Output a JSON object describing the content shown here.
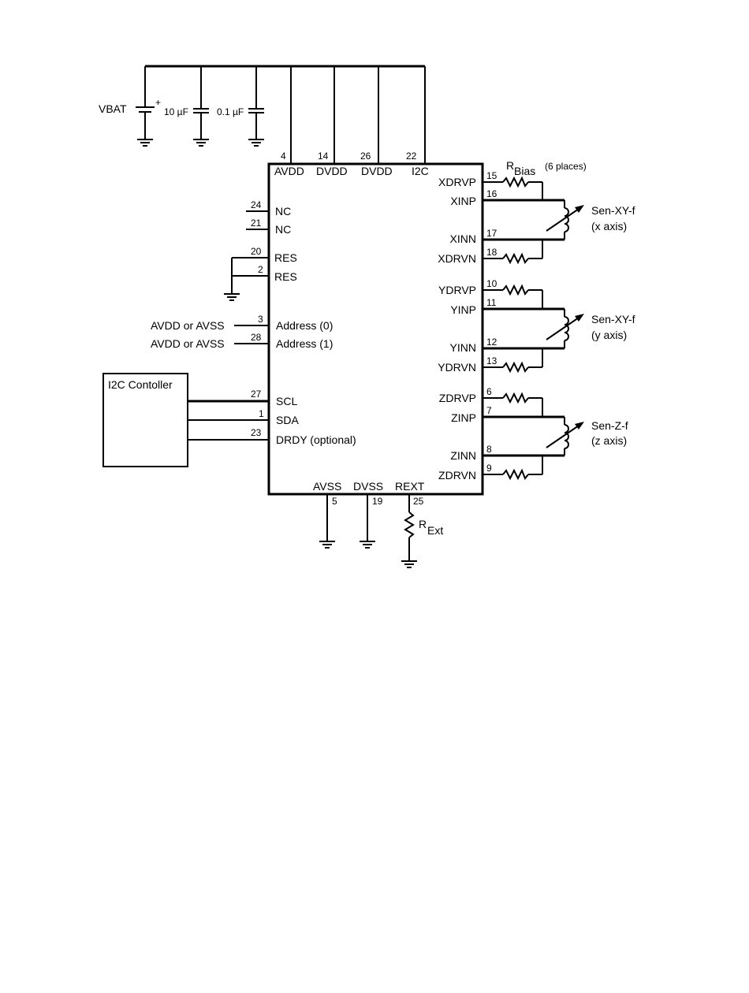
{
  "supply": {
    "vbat": "VBAT",
    "plus": "+",
    "cap1": "10 µF",
    "cap2": "0.1 µF"
  },
  "top_pins": [
    {
      "num": "4",
      "name": "AVDD"
    },
    {
      "num": "14",
      "name": "DVDD"
    },
    {
      "num": "26",
      "name": "DVDD"
    },
    {
      "num": "22",
      "name": "I2C"
    }
  ],
  "left_pins": [
    {
      "num": "24",
      "name": "NC"
    },
    {
      "num": "21",
      "name": "NC"
    },
    {
      "num": "20",
      "name": "RES"
    },
    {
      "num": "2",
      "name": "RES"
    },
    {
      "num": "3",
      "name": "Address (0)",
      "ext": "AVDD or AVSS"
    },
    {
      "num": "28",
      "name": "Address (1)",
      "ext": "AVDD or AVSS"
    },
    {
      "num": "27",
      "name": "SCL"
    },
    {
      "num": "1",
      "name": "SDA"
    },
    {
      "num": "23",
      "name": "DRDY (optional)"
    }
  ],
  "controller": {
    "label": "I2C Contoller"
  },
  "right_pins": [
    {
      "num": "15",
      "name": "XDRVP"
    },
    {
      "num": "16",
      "name": "XINP"
    },
    {
      "num": "17",
      "name": "XINN"
    },
    {
      "num": "18",
      "name": "XDRVN"
    },
    {
      "num": "10",
      "name": "YDRVP"
    },
    {
      "num": "11",
      "name": "YINP"
    },
    {
      "num": "12",
      "name": "YINN"
    },
    {
      "num": "13",
      "name": "YDRVN"
    },
    {
      "num": "6",
      "name": "ZDRVP"
    },
    {
      "num": "7",
      "name": "ZINP"
    },
    {
      "num": "8",
      "name": "ZINN"
    },
    {
      "num": "9",
      "name": "ZDRVN"
    }
  ],
  "rbias": {
    "r": "R",
    "sub": "Bias",
    "note": "(6 places)"
  },
  "sensors": [
    {
      "name": "Sen-XY-f",
      "axis": "(x axis)"
    },
    {
      "name": "Sen-XY-f",
      "axis": "(y axis)"
    },
    {
      "name": "Sen-Z-f",
      "axis": "(z axis)"
    }
  ],
  "bottom_pins": [
    {
      "num": "5",
      "name": "AVSS"
    },
    {
      "num": "19",
      "name": "DVSS"
    },
    {
      "num": "25",
      "name": "REXT"
    }
  ],
  "rext": {
    "r": "R",
    "sub": "Ext"
  }
}
